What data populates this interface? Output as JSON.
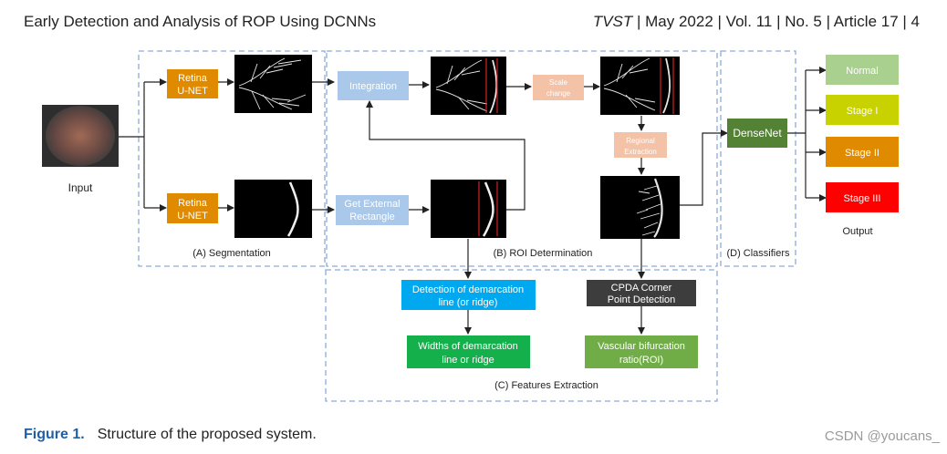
{
  "header": {
    "left_title": "Early Detection and Analysis of ROP Using DCNNs",
    "journal": "TVST",
    "meta": " | May 2022 | Vol. 11 | No. 5 | Article 17 | 4"
  },
  "diagram": {
    "input_label": "Input",
    "retina_unet_1": [
      "Retina",
      "U-NET"
    ],
    "retina_unet_2": [
      "Retina",
      "U-NET"
    ],
    "integration": "Integration",
    "scale_change": [
      "Scale",
      "change"
    ],
    "regional_extraction": [
      "Regional",
      "Extraction"
    ],
    "get_external": [
      "Get External",
      "Rectangle"
    ],
    "densenet": "DenseNet",
    "outputs": [
      "Normal",
      "Stage I",
      "Stage II",
      "Stage III"
    ],
    "output_label": "Output",
    "section_a": "(A)  Segmentation",
    "section_b": "(B) ROI Determination",
    "section_c": "(C) Features Extraction",
    "section_d": "(D) Classifiers",
    "detection_line": [
      "Detection of demarcation",
      "line (or ridge)"
    ],
    "widths_line": [
      "Widths of demarcation",
      "line or ridge"
    ],
    "cpda": [
      "CPDA  Corner",
      "Point Detection"
    ],
    "vascular": [
      "Vascular bifurcation",
      "ratio(ROI)"
    ],
    "colors": {
      "orange": "#e08a00",
      "light_blue": "#a9c8ea",
      "salmon": "#f4c2a6",
      "dark_green": "#548235",
      "normal": "#a9d08e",
      "stage1": "#c8d200",
      "stage2": "#e08a00",
      "stage3": "#ff0000",
      "cyan": "#00a8f0",
      "green": "#13b04b",
      "dark_gray": "#3d3d3d",
      "mid_green": "#70ad47",
      "dashed": "#8faadc"
    }
  },
  "caption": {
    "figure_label": "Figure 1.",
    "text": "Structure of the proposed system."
  },
  "watermark": "CSDN @youcans_"
}
